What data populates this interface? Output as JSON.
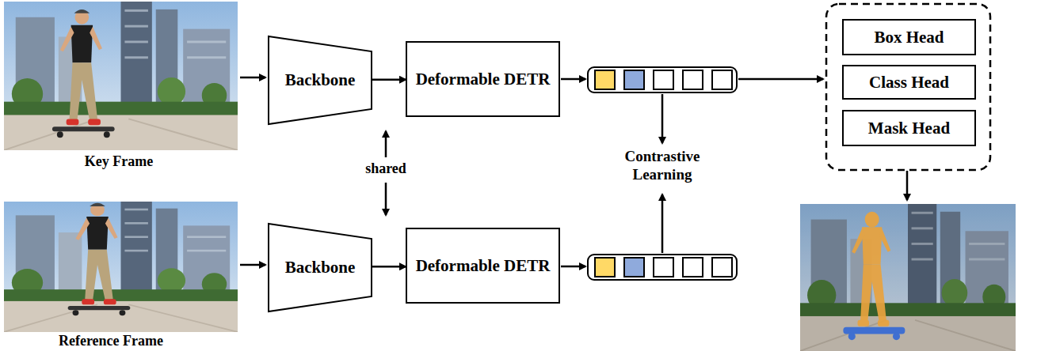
{
  "diagram": {
    "nodes": [
      {
        "text": [
          "Backbone"
        ]
      },
      {
        "text": [
          "Deformable DETR"
        ]
      },
      {
        "text": [
          "Backbone"
        ]
      },
      {
        "text": [
          "Deformable DETR"
        ]
      },
      {
        "text": [
          "Box Head"
        ]
      },
      {
        "text": [
          "Class Head"
        ]
      },
      {
        "text": [
          "Mask Head"
        ]
      }
    ],
    "edges": [
      {
        "from": 0,
        "to": 1,
        "arrow": "to"
      },
      {
        "from": 2,
        "to": 3,
        "arrow": "to"
      }
    ],
    "labels": [
      "Key Frame",
      "shared",
      "Contrastive Learning",
      "Reference Frame"
    ]
  }
}
